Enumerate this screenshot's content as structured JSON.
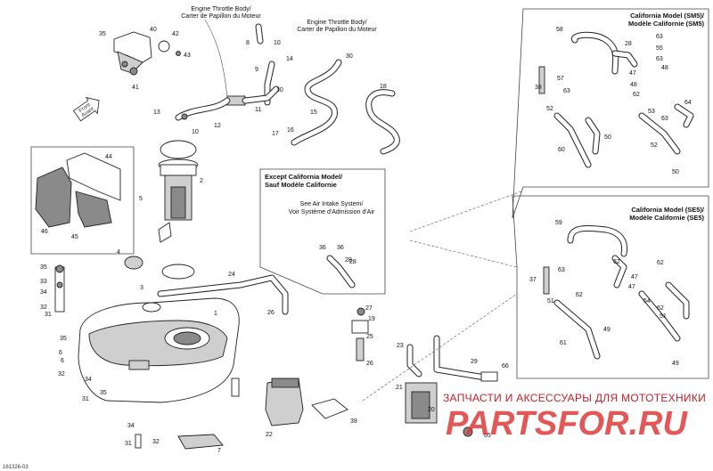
{
  "panels": {
    "cal_sm5": {
      "title_1": "California Model (SM5)/",
      "title_2": "Modèle Californie (SM5)"
    },
    "cal_se5": {
      "title_1": "California Model (SE5)/",
      "title_2": "Modèle Californie (SE5)"
    },
    "except_cal": {
      "title_1": "Except California Model/",
      "title_2": "Sauf Modèle Californie",
      "note_1": "See Air Intake System/",
      "note_2": "Voir Système d'Admission d'Air"
    }
  },
  "callouts": {
    "throttle_1_line1": "Engine Throttle Body/",
    "throttle_1_line2": "Carter de Papillon du Moteur",
    "throttle_2_line1": "Engine Throttle Body/",
    "throttle_2_line2": "Carter de Papillon du Moteur",
    "front_arrow_1": "Front",
    "front_arrow_2": "Avant"
  },
  "labels": [
    "35",
    "40",
    "42",
    "43",
    "41",
    "8",
    "10",
    "9",
    "14",
    "11",
    "12",
    "10",
    "13",
    "10",
    "30",
    "18",
    "15",
    "17",
    "16",
    "44",
    "46",
    "45",
    "2",
    "5",
    "4",
    "3",
    "24",
    "35",
    "33",
    "34",
    "32",
    "31",
    "1",
    "26",
    "27",
    "19",
    "25",
    "26",
    "35",
    "6",
    "32",
    "34",
    "31",
    "35",
    "34",
    "32",
    "31",
    "36",
    "28",
    "23",
    "21",
    "20",
    "29",
    "22",
    "39",
    "65",
    "66",
    "7",
    "36",
    "28",
    "6",
    "58",
    "28",
    "63",
    "55",
    "63",
    "48",
    "38",
    "57",
    "47",
    "48",
    "62",
    "63",
    "52",
    "53",
    "63",
    "64",
    "60",
    "50",
    "52",
    "50",
    "59",
    "62",
    "63",
    "37",
    "54",
    "51",
    "62",
    "47",
    "47",
    "61",
    "62",
    "62",
    "49",
    "51",
    "49"
  ],
  "watermark": {
    "text": "ЗАПЧАСТИ И АКСЕССУАРЫ ДЛЯ МОТОТЕХНИКИ",
    "logo": "PARTSFOR.RU"
  },
  "footer": {
    "code": "161326-03"
  }
}
